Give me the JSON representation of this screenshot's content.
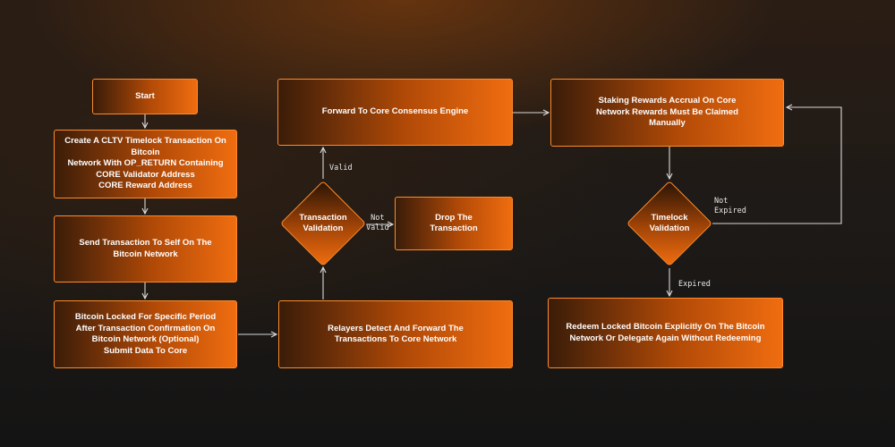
{
  "nodes": {
    "start": "Start",
    "create_tx": "Create A CLTV Timelock Transaction On\nBitcoin\nNetwork With OP_RETURN Containing\nCORE Validator Address\nCORE Reward Address",
    "send_tx": "Send Transaction To Self On The\nBitcoin Network",
    "bitcoin_locked": "Bitcoin Locked For Specific Period\nAfter Transaction Confirmation On\nBitcoin Network (Optional)\nSubmit Data To Core",
    "relayers": "Relayers Detect And Forward The\nTransactions To Core Network",
    "tx_validation": "Transaction\nValidation",
    "drop_tx": "Drop The\nTransaction",
    "forward_core": "Forward To Core Consensus Engine",
    "staking_rewards": "Staking Rewards Accrual On Core\nNetwork Rewards Must Be Claimed\nManually",
    "timelock_validation": "Timelock\nValidation",
    "redeem": "Redeem Locked Bitcoin Explicitly On The Bitcoin\nNetwork Or Delegate Again Without Redeeming"
  },
  "edges": {
    "valid": "Valid",
    "not_valid": "Not\nValid",
    "not_expired": "Not\nExpired",
    "expired": "Expired"
  },
  "colors": {
    "border": "#ff8a2a",
    "accent": "#f06d10",
    "connector": "#d9d9d9"
  }
}
